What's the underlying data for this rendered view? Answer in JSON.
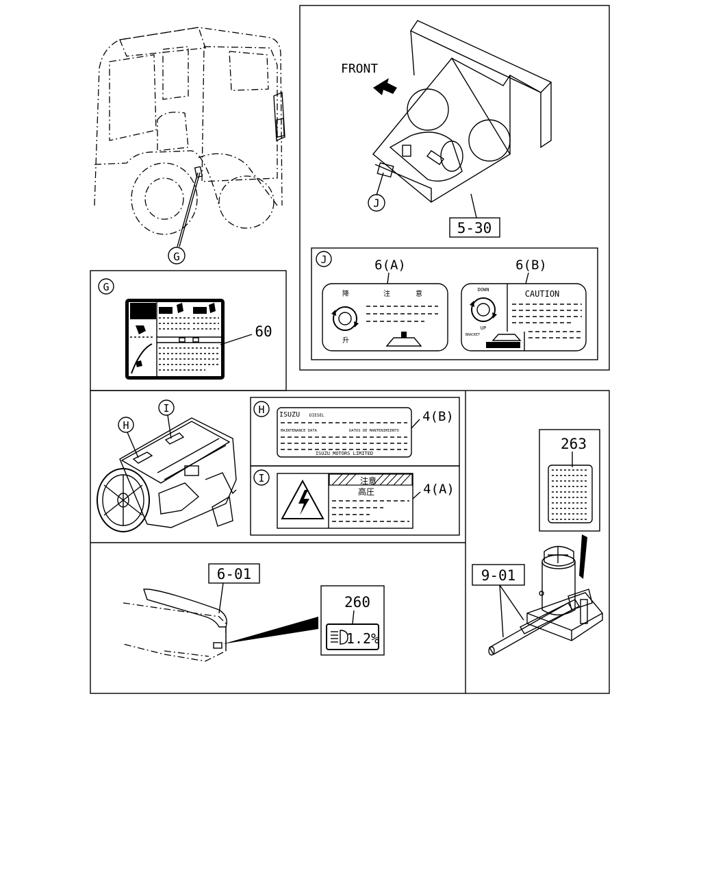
{
  "callouts": {
    "g": "G",
    "h": "H",
    "i": "I",
    "j": "J"
  },
  "parts": {
    "p530": "5-30",
    "p601": "6-01",
    "p901": "9-01",
    "p60": "60",
    "p4b": "4(B)",
    "p4a": "4(A)",
    "p6a": "6(A)",
    "p6b": "6(B)",
    "p260": "260",
    "p263": "263"
  },
  "labels": {
    "front": "FRONT",
    "caution": "CAUTION",
    "down": "DOWN",
    "up": "UP",
    "bracket": "BRACKET",
    "isuzu": "ISUZU",
    "diesel": "DIESEL",
    "maintenance": "MAINTENANCE DATA",
    "dates": "DATOS DE MANTENIMIENTO",
    "isuzu_motors": "ISUZU MOTORS LIMITED",
    "headlamp_pct": "1.2%",
    "kanji_6a_1": "降",
    "kanji_6a_2": "注",
    "kanji_6a_3": "意",
    "kanji_6a_4": "升",
    "kanji_4a_1": "注意",
    "kanji_4a_2": "高圧"
  },
  "colors": {
    "line": "#000000",
    "background": "#ffffff"
  }
}
